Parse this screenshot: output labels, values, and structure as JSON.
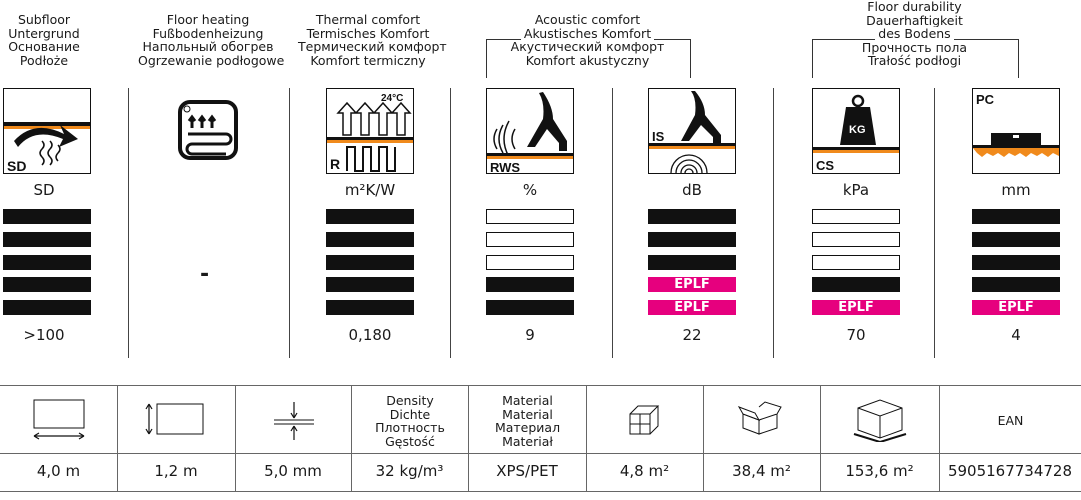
{
  "columns": [
    {
      "id": "sd",
      "header": [
        "Subfloor",
        "Untergrund",
        "Основание",
        "Podłoże"
      ],
      "icon_code": "SD",
      "unit": "SD",
      "bars": [
        "full",
        "full",
        "full",
        "full",
        "full"
      ],
      "value": ">100"
    },
    {
      "id": "heating",
      "header": [
        "Floor heating",
        "Fußbodenheizung",
        "Напольный обогрев",
        "Ogrzewanie podłogowe"
      ],
      "value": "-"
    },
    {
      "id": "thermal",
      "header": [
        "Thermal comfort",
        "Termisches Komfort",
        "Термический комфорт",
        "Komfort termiczny"
      ],
      "icon_code": "R",
      "icon_temp": "24°C",
      "unit": "m²K/W",
      "bars": [
        "full",
        "full",
        "full",
        "full",
        "full"
      ],
      "value": "0,180"
    },
    {
      "id": "rws",
      "icon_code": "RWS",
      "unit": "%",
      "bars": [
        "empty",
        "empty",
        "empty",
        "full",
        "full"
      ],
      "value": "9"
    },
    {
      "id": "is",
      "icon_code": "IS",
      "unit": "dB",
      "bars": [
        "full",
        "full",
        "full",
        "EPLF",
        "EPLF"
      ],
      "value": "22"
    },
    {
      "id": "cs",
      "icon_code": "CS",
      "icon_weight": "KG",
      "unit": "kPa",
      "bars": [
        "empty",
        "empty",
        "empty",
        "full",
        "EPLF"
      ],
      "value": "70"
    },
    {
      "id": "pc",
      "icon_code": "PC",
      "unit": "mm",
      "bars": [
        "full",
        "full",
        "full",
        "full",
        "EPLF"
      ],
      "value": "4"
    }
  ],
  "group_headers": {
    "acoustic": [
      "Acoustic comfort",
      "Akustisches Komfort",
      "Акустический комфорт",
      "Komfort akustyczny"
    ],
    "durability": [
      "Floor durability",
      "Dauerhaftigkeit",
      "des Bodens",
      "Прочность пола",
      "Trałość podłogi"
    ]
  },
  "bar_label": "EPLF",
  "bottom": {
    "cells": [
      {
        "id": "length",
        "icon": "length-icon",
        "value": "4,0 m"
      },
      {
        "id": "width",
        "icon": "width-icon",
        "value": "1,2 m"
      },
      {
        "id": "thickness",
        "icon": "thickness-icon",
        "value": "5,0 mm"
      },
      {
        "id": "density",
        "label": [
          "Density",
          "Dichte",
          "Плотность",
          "Gęstość"
        ],
        "value": "32 kg/m³"
      },
      {
        "id": "material",
        "label": [
          "Material",
          "Material",
          "Материал",
          "Materiał"
        ],
        "value": "XPS/PET"
      },
      {
        "id": "area-pack",
        "icon": "pack-area-icon",
        "value": "4,8 m²"
      },
      {
        "id": "area-box",
        "icon": "box-icon",
        "value": "38,4 m²"
      },
      {
        "id": "area-pallet",
        "icon": "pallet-icon",
        "value": "153,6 m²"
      },
      {
        "id": "ean",
        "label": [
          "EAN"
        ],
        "value": "5905167734728"
      }
    ]
  },
  "colors": {
    "accent": "#e6007e",
    "line": "#111111",
    "orange": "#f08a1c"
  }
}
